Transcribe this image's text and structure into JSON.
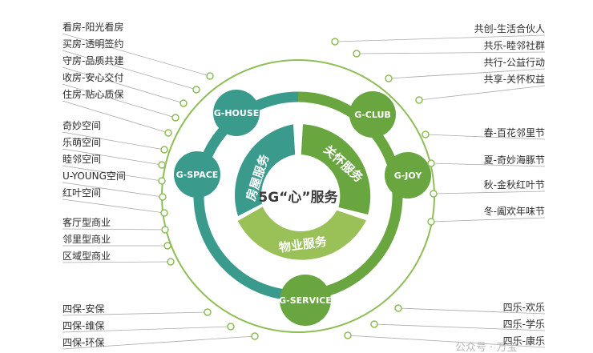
{
  "left_groups": [
    [
      "看房-阳光看房",
      "买房-透明签约",
      "守房-品质共建",
      "收房-安心交付",
      "住房-贴心质保"
    ],
    [
      "奇妙空间",
      "乐萌空间",
      "睦邻空间",
      "U-YOUNG空间",
      "红叶空间"
    ],
    [
      "客厅型商业",
      "邻里型商业",
      "区域型商业"
    ],
    [
      "四保-安保",
      "四保-维保",
      "四保-环保"
    ]
  ],
  "right_groups": [
    [
      "共创-生活合伙人",
      "共乐-睦邻社群",
      "共行-公益行动",
      "共享-关怀权益"
    ],
    [
      "春-百花邻里节",
      "夏-奇妙海豚节",
      "秋-金秋红叶节",
      "冬-阖欢年味节"
    ],
    [
      "四乐-欢乐",
      "四乐-学乐",
      "四乐-康乐"
    ]
  ],
  "nodes": {
    "house": "G-HOUSE",
    "space": "G-SPACE",
    "club": "G-CLUB",
    "joy": "G-JOY",
    "service": "G-SERVICE"
  },
  "arcs": {
    "housing": "房屋服务",
    "care": "关怀服务",
    "property": "物业服务"
  },
  "center": "5G“心”服务",
  "watermark": "公众号 · 万宝",
  "colors": {
    "teal": "#3a9a8c",
    "green_dark": "#6aa640",
    "green_light": "#99c158",
    "ring": "#8fbd56"
  }
}
